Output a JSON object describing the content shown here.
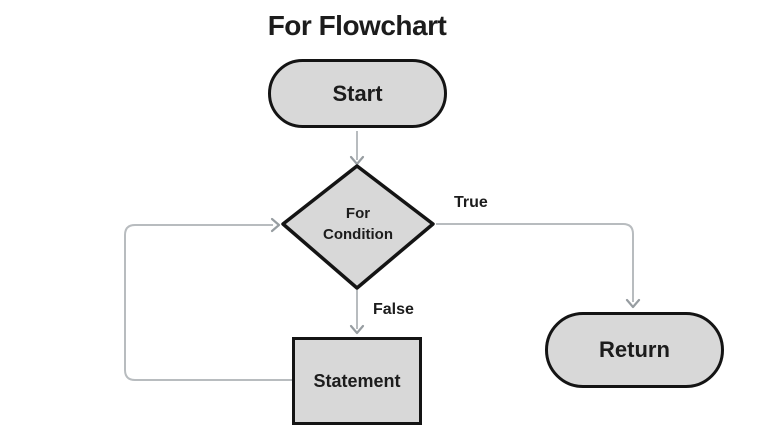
{
  "title": "For Flowchart",
  "nodes": {
    "start": {
      "label": "Start",
      "shape": "terminator"
    },
    "condition": {
      "label": "For Condition",
      "shape": "decision"
    },
    "statement": {
      "label": "Statement",
      "shape": "process"
    },
    "return": {
      "label": "Return",
      "shape": "terminator"
    }
  },
  "edges": [
    {
      "from": "start",
      "to": "condition",
      "label": ""
    },
    {
      "from": "condition",
      "to": "return",
      "label": "True"
    },
    {
      "from": "condition",
      "to": "statement",
      "label": "False"
    },
    {
      "from": "statement",
      "to": "condition",
      "label": ""
    }
  ],
  "colors": {
    "background": "#ffffff",
    "node_fill": "#d8d8d8",
    "node_border": "#141414",
    "connector": "#b8bcbf",
    "arrowhead": "#979da1",
    "text": "#1c1c1c"
  }
}
